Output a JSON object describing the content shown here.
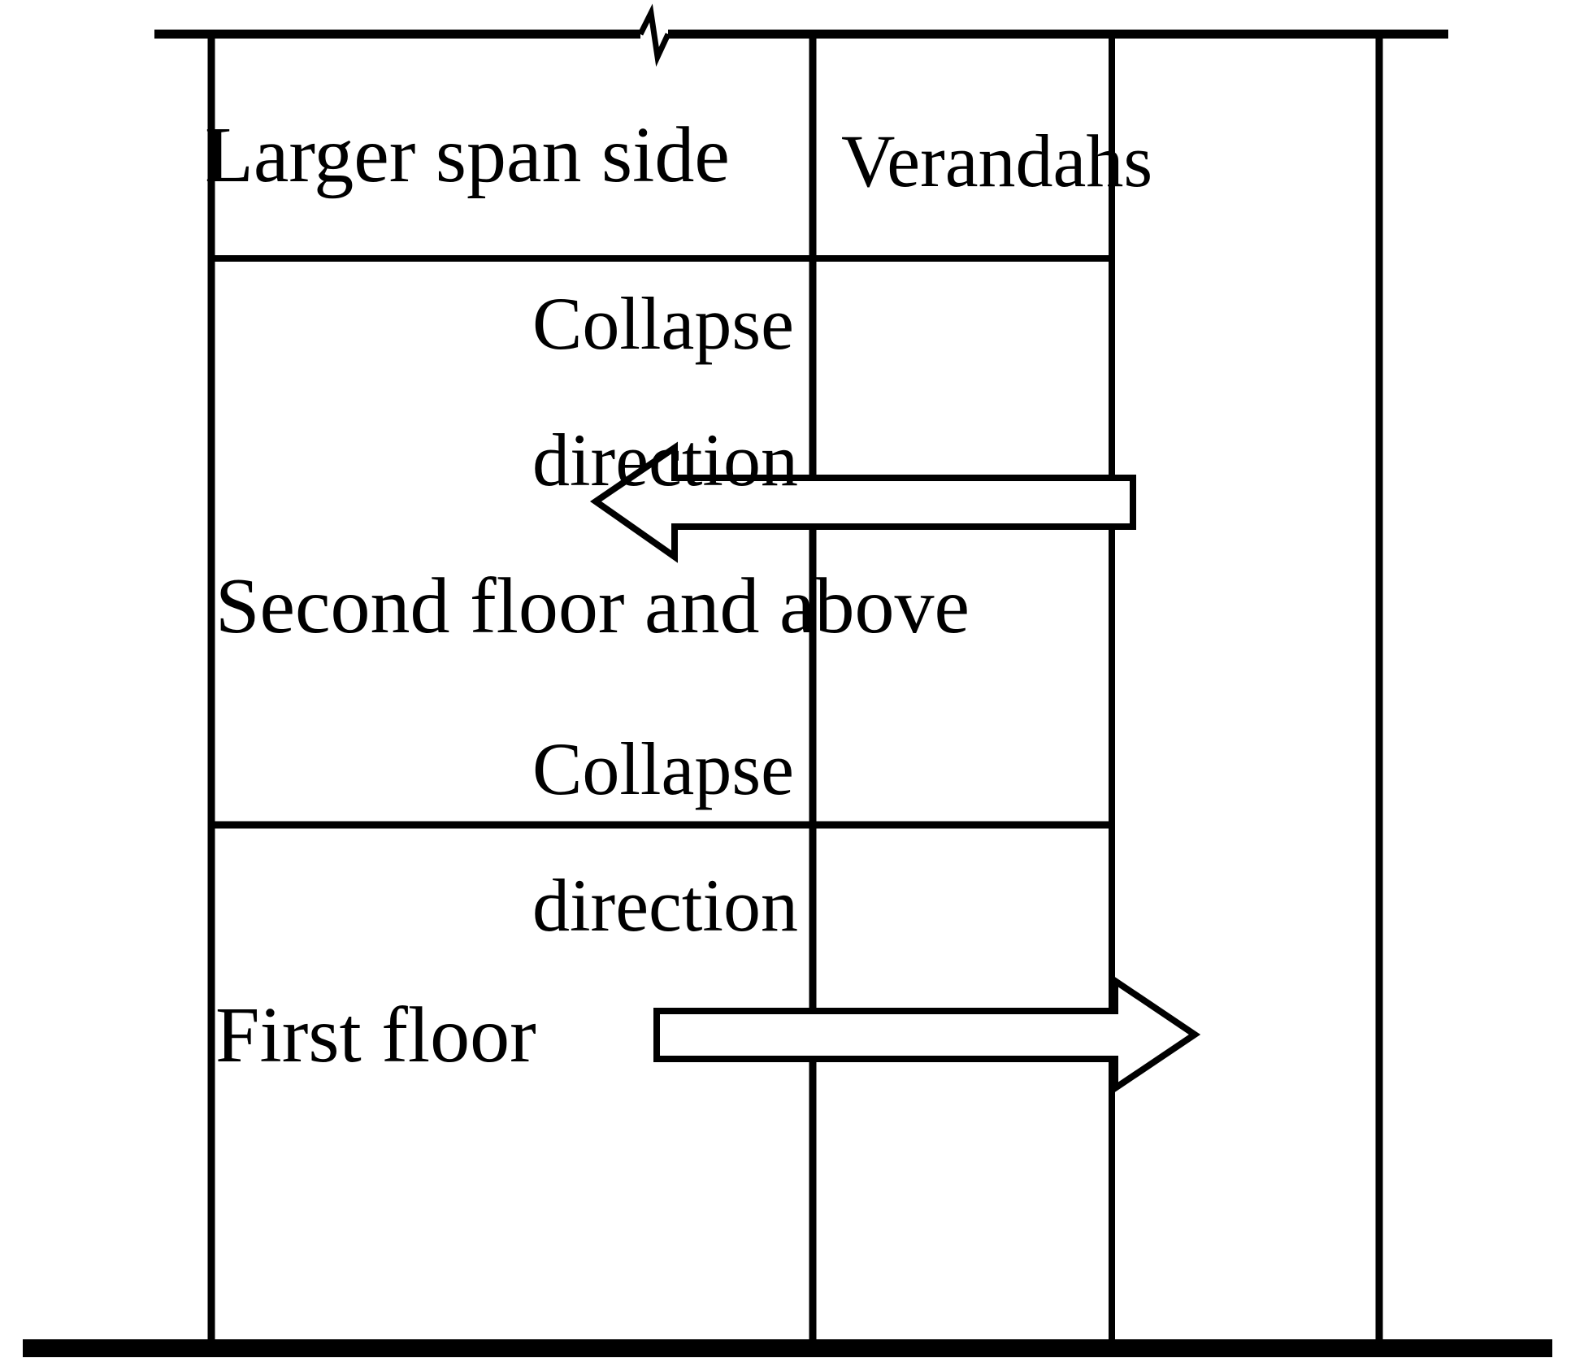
{
  "diagram": {
    "type": "structural-section-schematic",
    "title": "Building section showing collapse directions by floor",
    "colors": {
      "stroke": "#000000",
      "background": "#ffffff"
    },
    "labels": {
      "larger_span_side": "Larger span side",
      "verandahs": "Verandahs",
      "second_floor_and_above": "Second floor and above",
      "first_floor": "First floor",
      "collapse_upper": "Collapse",
      "direction_upper": "direction",
      "collapse_lower": "Collapse",
      "direction_lower": "direction"
    },
    "arrows": [
      {
        "name": "upper-collapse-arrow",
        "points_to": "left",
        "floor": "Second floor and above",
        "label_line1": "Collapse",
        "label_line2": "direction"
      },
      {
        "name": "lower-collapse-arrow",
        "points_to": "right",
        "floor": "First floor",
        "label_line1": "Collapse",
        "label_line2": "direction"
      }
    ],
    "break_symbol": {
      "name": "break-line-symbol",
      "description": "zigzag break in top roof line"
    },
    "regions": [
      {
        "name": "roof-band",
        "label": "Larger span side"
      },
      {
        "name": "roof-band-verandah",
        "label": "Verandahs"
      },
      {
        "name": "upper-floors-band",
        "label": "Second floor and above"
      },
      {
        "name": "first-floor-band",
        "label": "First floor"
      }
    ]
  }
}
